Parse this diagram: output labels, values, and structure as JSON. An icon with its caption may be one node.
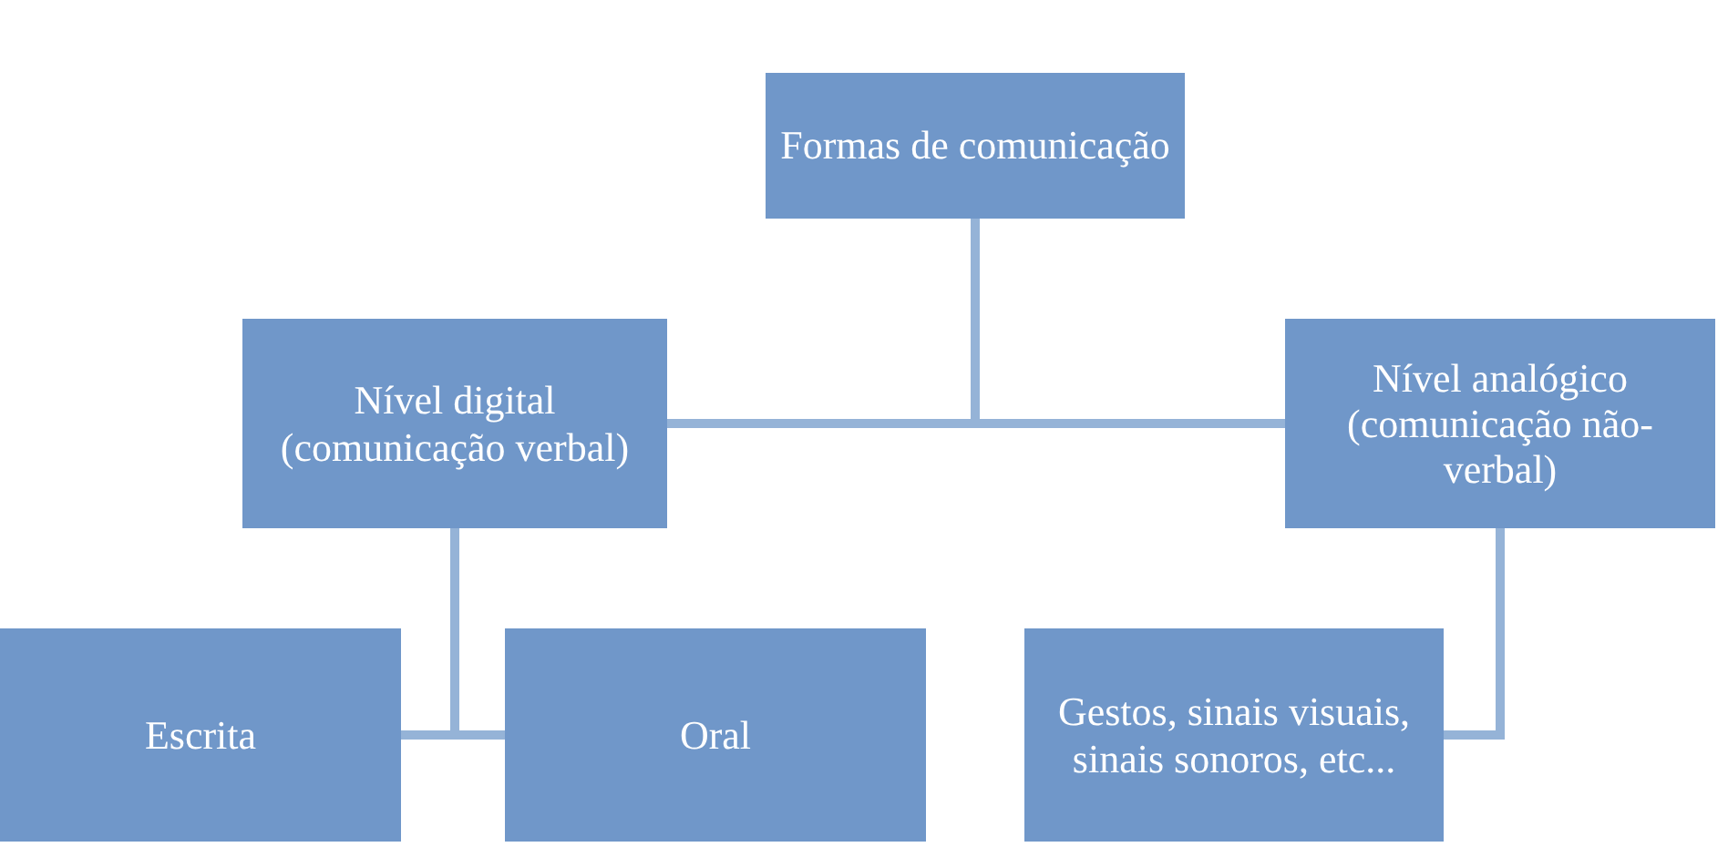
{
  "diagram": {
    "nodes": [
      {
        "text": [
          "Formas de comunicação"
        ]
      },
      {
        "text": [
          "Nível digital (comunicação verbal)"
        ]
      },
      {
        "text": [
          "Nível analógico (comunicação não-verbal)"
        ]
      },
      {
        "text": [
          "Escrita"
        ]
      },
      {
        "text": [
          "Oral"
        ]
      },
      {
        "text": [
          "Gestos, sinais visuais, sinais sonoros, etc..."
        ]
      }
    ],
    "edges": [
      {
        "from": 0,
        "to": 1,
        "arrow": "none"
      },
      {
        "from": 0,
        "to": 2,
        "arrow": "none"
      },
      {
        "from": 1,
        "to": 3,
        "arrow": "none"
      },
      {
        "from": 1,
        "to": 4,
        "arrow": "none"
      },
      {
        "from": 2,
        "to": 5,
        "arrow": "none"
      }
    ]
  }
}
